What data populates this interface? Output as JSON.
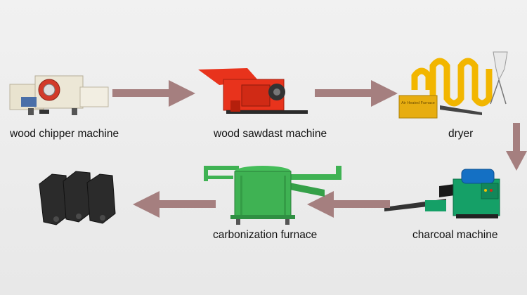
{
  "diagram": {
    "steps": [
      {
        "label": "wood chipper machine",
        "icon": "wood-chipper-machine-icon"
      },
      {
        "label": "wood sawdast machine",
        "icon": "wood-sawdust-machine-icon"
      },
      {
        "label": "dryer",
        "icon": "dryer-icon"
      },
      {
        "label": "charcoal machine",
        "icon": "charcoal-machine-icon"
      },
      {
        "label": "carbonization furnace",
        "icon": "carbonization-furnace-icon"
      },
      {
        "label": "",
        "icon": "charcoal-briquettes-icon"
      }
    ],
    "dryer_box_text": "Air Heated Furnace",
    "colors": {
      "arrow": "#a57f7f",
      "sawdust_machine": "#e8331c",
      "dryer": "#f2b600",
      "charcoal_machine": "#15a067",
      "furnace": "#3fb253",
      "briquettes": "#2b2b2b"
    }
  }
}
